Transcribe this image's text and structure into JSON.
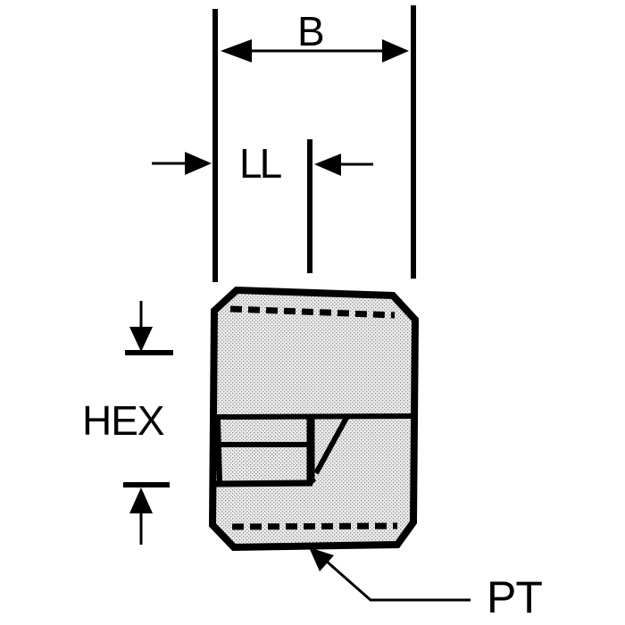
{
  "diagram": {
    "type": "technical-drawing",
    "subject": "hex pipe fitting / plug, side view with partial section",
    "colors": {
      "line": "#000000",
      "fill_halftone": "#e6e6e6",
      "background": "#ffffff"
    },
    "dimensions": {
      "b": {
        "label": "B",
        "description": "overall width"
      },
      "ll": {
        "label": "LL",
        "description": "thread / length dimension"
      },
      "hex": {
        "label": "HEX",
        "description": "hex across flats height"
      },
      "pt": {
        "label": "PT",
        "description": "pipe thread callout"
      }
    }
  }
}
